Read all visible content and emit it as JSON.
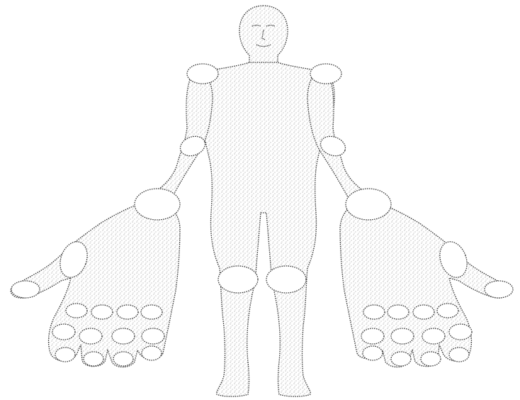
{
  "diagram": {
    "colors": {
      "outline": "#3a3a3a",
      "stipple": "#7a7a7a",
      "joint_fill": "#ffffff",
      "background": "#ffffff"
    },
    "joints": [
      "right-shoulder",
      "left-shoulder",
      "right-elbow",
      "left-elbow",
      "right-wrist",
      "left-wrist",
      "right-knee",
      "left-knee",
      "right-thumb-cmc",
      "left-thumb-cmc",
      "right-thumb-ip",
      "left-thumb-ip",
      "right-mcp-2",
      "right-mcp-3",
      "right-mcp-4",
      "right-mcp-5",
      "right-pip-2",
      "right-pip-3",
      "right-pip-4",
      "right-pip-5",
      "right-dip-2",
      "right-dip-3",
      "right-dip-4",
      "right-dip-5",
      "left-mcp-2",
      "left-mcp-3",
      "left-mcp-4",
      "left-mcp-5",
      "left-pip-2",
      "left-pip-3",
      "left-pip-4",
      "left-pip-5",
      "left-dip-2",
      "left-dip-3",
      "left-dip-4",
      "left-dip-5"
    ]
  }
}
